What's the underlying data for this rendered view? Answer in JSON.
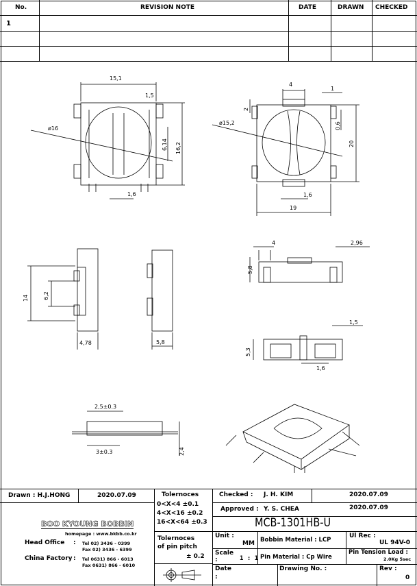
{
  "revision_table": {
    "headers": {
      "no": "No.",
      "note": "REVISION NOTE",
      "date": "DATE",
      "drawn": "DRAWN",
      "checked": "CHECKED"
    },
    "rows": [
      {
        "no": "1",
        "note": "",
        "date": "",
        "drawn": "",
        "checked": ""
      }
    ]
  },
  "dimensions": {
    "top_view": {
      "width": "15,1",
      "tab": "1,5",
      "dia": "ø16",
      "inner": "6,14",
      "height": "16,2",
      "pin": "1,6"
    },
    "bottom_view": {
      "slot": "4",
      "tab": "1",
      "gap": "2",
      "dia": "ø15,2",
      "thick": "0,6",
      "height": "20",
      "pin": "1,6",
      "width": "19"
    },
    "side_view": {
      "height": "14",
      "inner": "6,2",
      "depth": "4,78"
    },
    "end_view": {
      "depth": "5,8"
    },
    "front_view": {
      "slot": "4",
      "offset": "2,96",
      "height": "5,8"
    },
    "section_view": {
      "tab": "1,5",
      "height": "5,3",
      "pin": "1,6"
    },
    "pin_view": {
      "pin_top": "2,5±0.3",
      "pin_bottom": "3±0.3",
      "height": "2,4"
    }
  },
  "title_block": {
    "drawn_label": "Drawn : H.J.HONG",
    "drawn_date": "2020.07.09",
    "company": "BOO KYOUNG BOBBIN",
    "homepage": "homepage : www.bkbb.co.kr",
    "head_office_label": "Head Office",
    "head_tel": "Tel   02) 3436 - 0399",
    "head_fax": "Fax   02) 3436 - 6399",
    "china_label": "China Factory",
    "china_tel": "Tel   0631) 866 - 6013",
    "china_fax": "Fax   0631) 866 - 6010",
    "tol_title": "Tolernoces",
    "tol1": "0<X<4   ±0.1",
    "tol2": "4<X<16  ±0.2",
    "tol3": "16<X<64 ±0.3",
    "pitch_title1": "Tolernoces",
    "pitch_title2": "of pin pitch",
    "pitch_value": "± 0.2",
    "checked_label": "Checked :",
    "checked_name": "J. H. KIM",
    "checked_date": "2020.07.09",
    "approved_label": "Approved :",
    "approved_name": "Y. S. CHEA",
    "approved_date": "2020.07.09",
    "part_number": "MCB-1301HB-U",
    "unit_label": "Unit :",
    "unit_value": "MM",
    "bobbin_material": "Bobbin Material : LCP",
    "ul_label": "Ul Rec :",
    "ul_value": "UL 94V-0",
    "scale_label": "Scale",
    ":": ":",
    "scale_value": "1 : 1",
    "pin_material": "Pin Material :  Cp Wire",
    "tension_label": "Pin Tension Load :",
    "tension_value": "2.0Kg 5sec",
    "date_label": "Date",
    "date_colon": ":",
    "drawing_no_label": "Drawing No. :",
    "rev_label": "Rev :",
    "rev_value": "0"
  }
}
